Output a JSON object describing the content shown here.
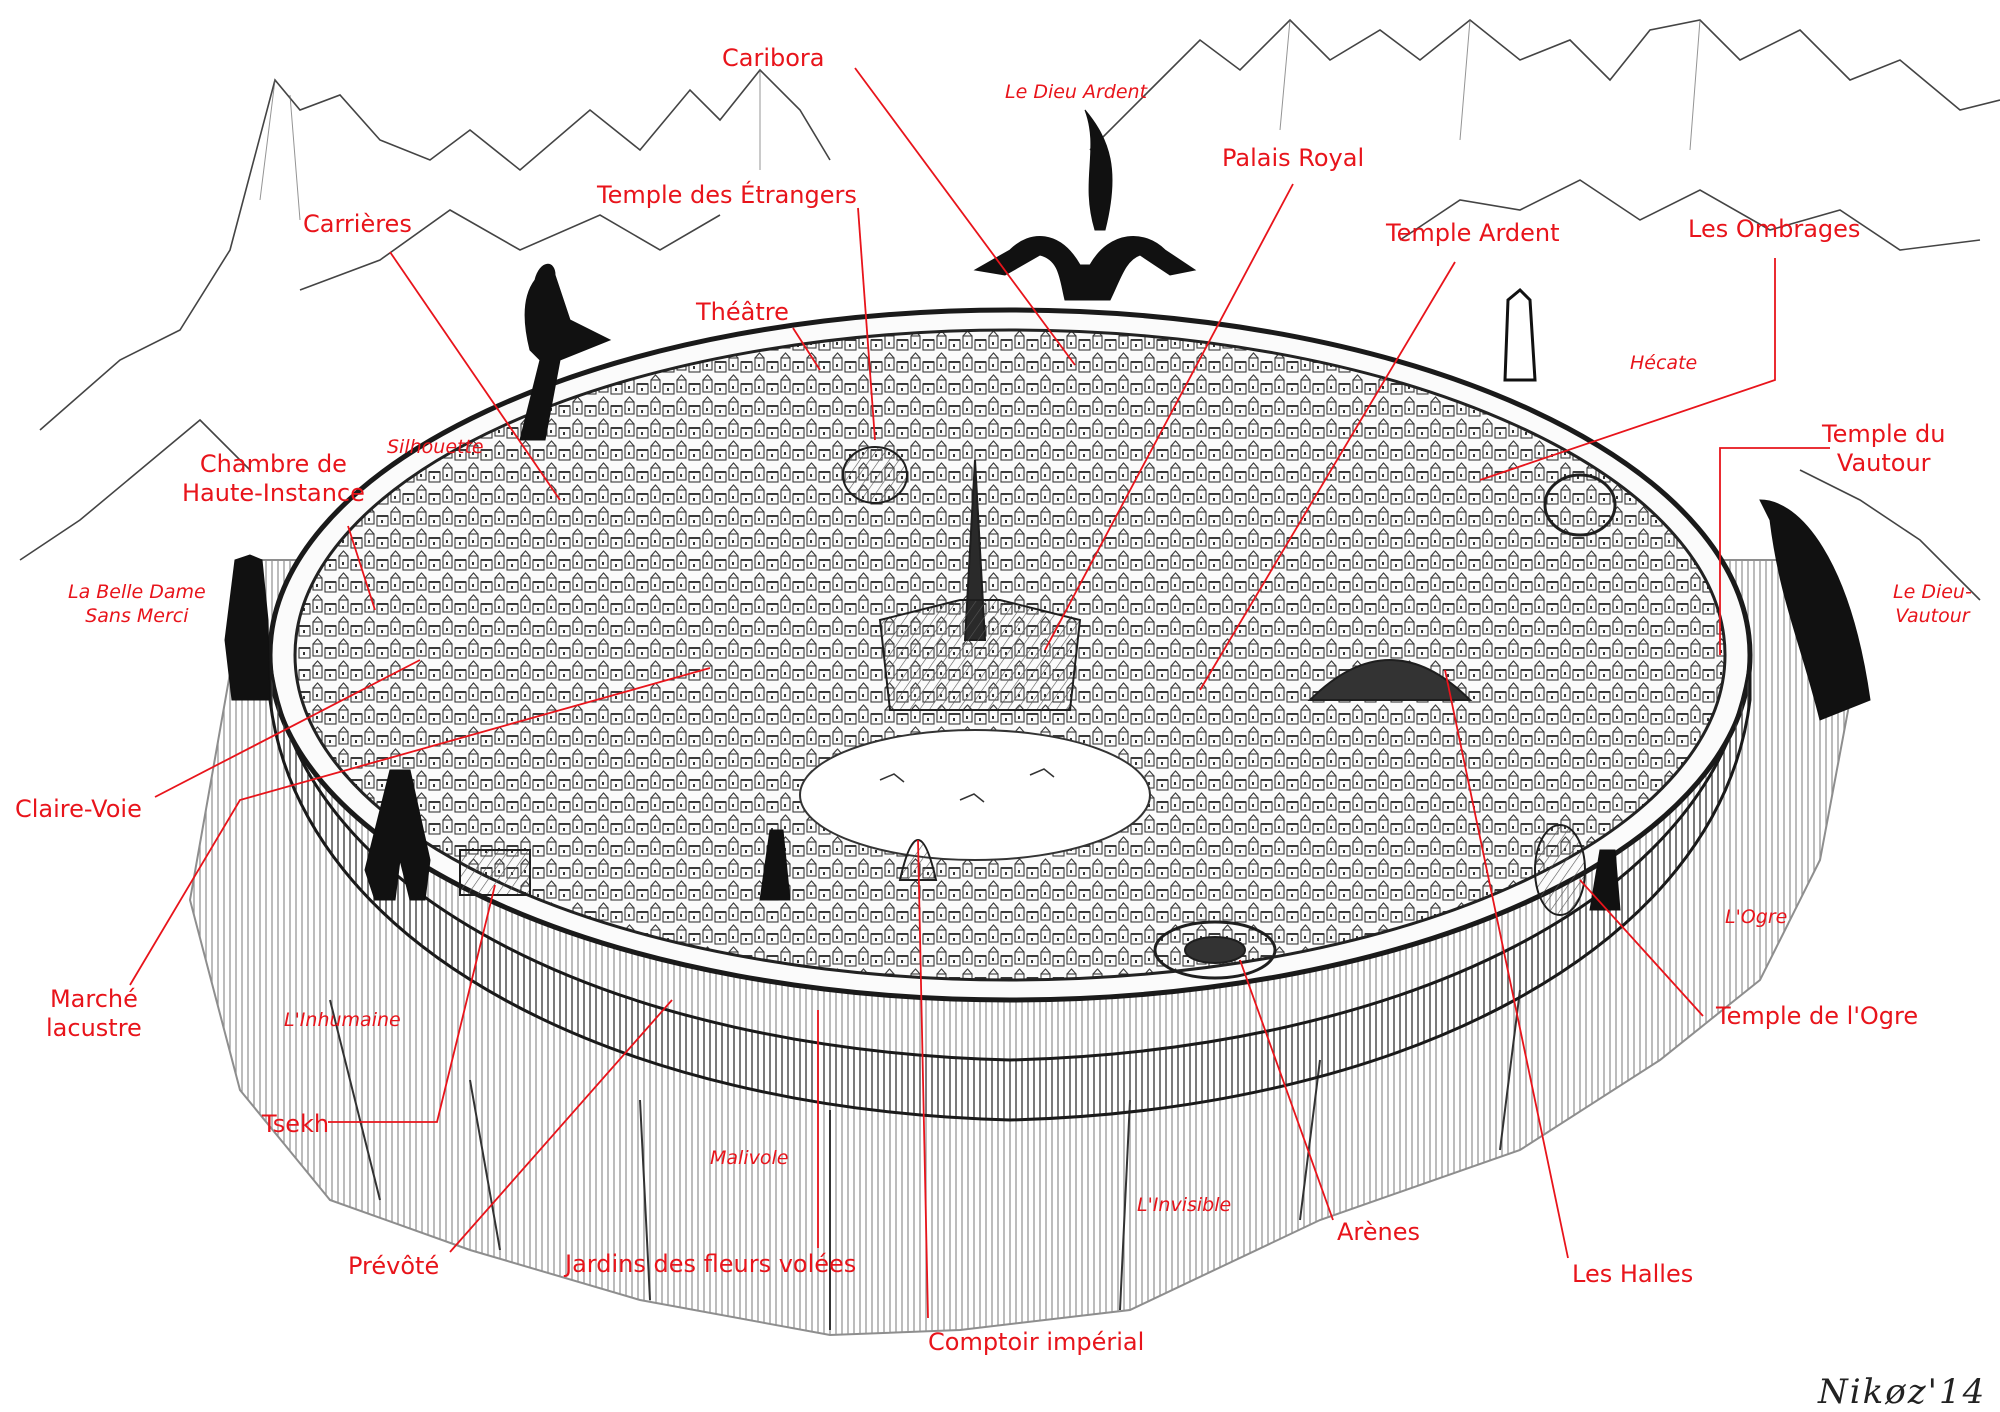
{
  "map": {
    "labels": {
      "caribora": "Caribora",
      "palais_royal": "Palais Royal",
      "temple_etrangers": "Temple des Étrangers",
      "carrieres": "Carrières",
      "temple_ardent": "Temple Ardent",
      "les_ombrages": "Les Ombrages",
      "theatre": "Théâtre",
      "chambre_line1": "Chambre de",
      "chambre_line2": "Haute-Instance",
      "temple_vautour_line1": "Temple du",
      "temple_vautour_line2": "Vautour",
      "claire_voie": "Claire-Voie",
      "marche_line1": "Marché",
      "marche_line2": "lacustre",
      "tsekh": "Tsekh",
      "prevote": "Prévôté",
      "jardins": "Jardins des fleurs volées",
      "comptoir": "Comptoir impérial",
      "arenes": "Arènes",
      "les_halles": "Les Halles",
      "temple_ogre": "Temple de l'Ogre"
    },
    "gods": {
      "dieu_ardent": "Le Dieu Ardent",
      "hecate": "Hécate",
      "silhouette": "Silhouette",
      "belle_dame_line1": "La Belle Dame",
      "belle_dame_line2": "Sans Merci",
      "dieu_vautour_line1": "Le Dieu-",
      "dieu_vautour_line2": "Vautour",
      "ogre": "L'Ogre",
      "inhumaine": "L'Inhumaine",
      "malivole": "Malivole",
      "invisible": "L'Invisible"
    },
    "signature": "Nikøz'14",
    "colors": {
      "label": "#e8141b",
      "ink": "#2a2a2a"
    }
  }
}
